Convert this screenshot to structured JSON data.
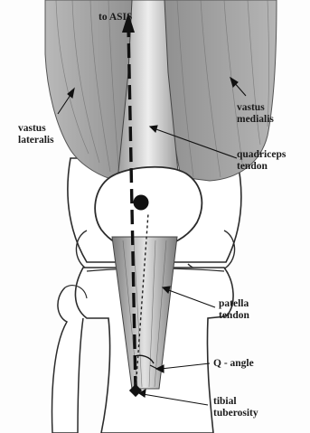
{
  "labels": {
    "asis": "to ASIS",
    "vastus_lateralis": [
      "vastus",
      "lateralis"
    ],
    "vastus_medialis": [
      "vastus",
      "medialis"
    ],
    "quadriceps_tendon": [
      "quadriceps",
      "tendon"
    ],
    "patella_tendon": [
      "patella",
      "tendon"
    ],
    "q_angle": "Q - angle",
    "tibial_tuberosity": [
      "tibial",
      "tuberosity"
    ]
  },
  "colors": {
    "muscle": "#a8a8a8",
    "muscle_dark": "#7a7a7a",
    "tendon": "#d9d9d9",
    "bone_outline": "#2b2b2b",
    "text": "#1a1a1a"
  }
}
